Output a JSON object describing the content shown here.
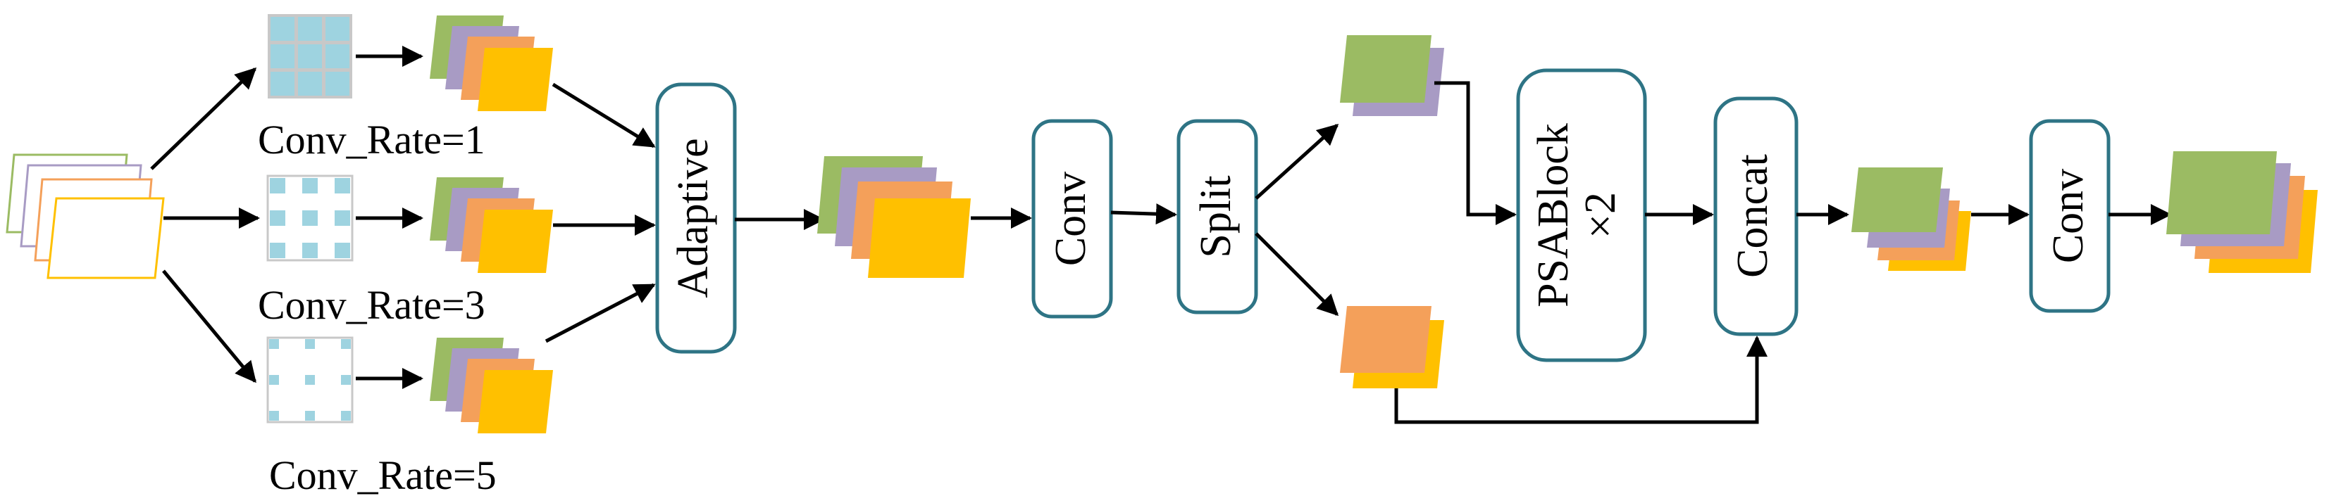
{
  "diagram": {
    "labels": {
      "conv_rate_1": "Conv_Rate=1",
      "conv_rate_3": "Conv_Rate=3",
      "conv_rate_5": "Conv_Rate=5"
    },
    "blocks": {
      "adaptive": "Adaptive",
      "conv1": "Conv",
      "split": "Split",
      "psablock": "PSABlock",
      "psablock_multiplier": "×2",
      "concat": "Concat",
      "conv2": "Conv"
    },
    "colors": {
      "green": "#9bbb63",
      "purple": "#a89bc4",
      "orange": "#f4a05a",
      "yellow": "#ffc000",
      "kernel_blue": "#9ed3e0",
      "block_border": "#2e7485"
    }
  }
}
